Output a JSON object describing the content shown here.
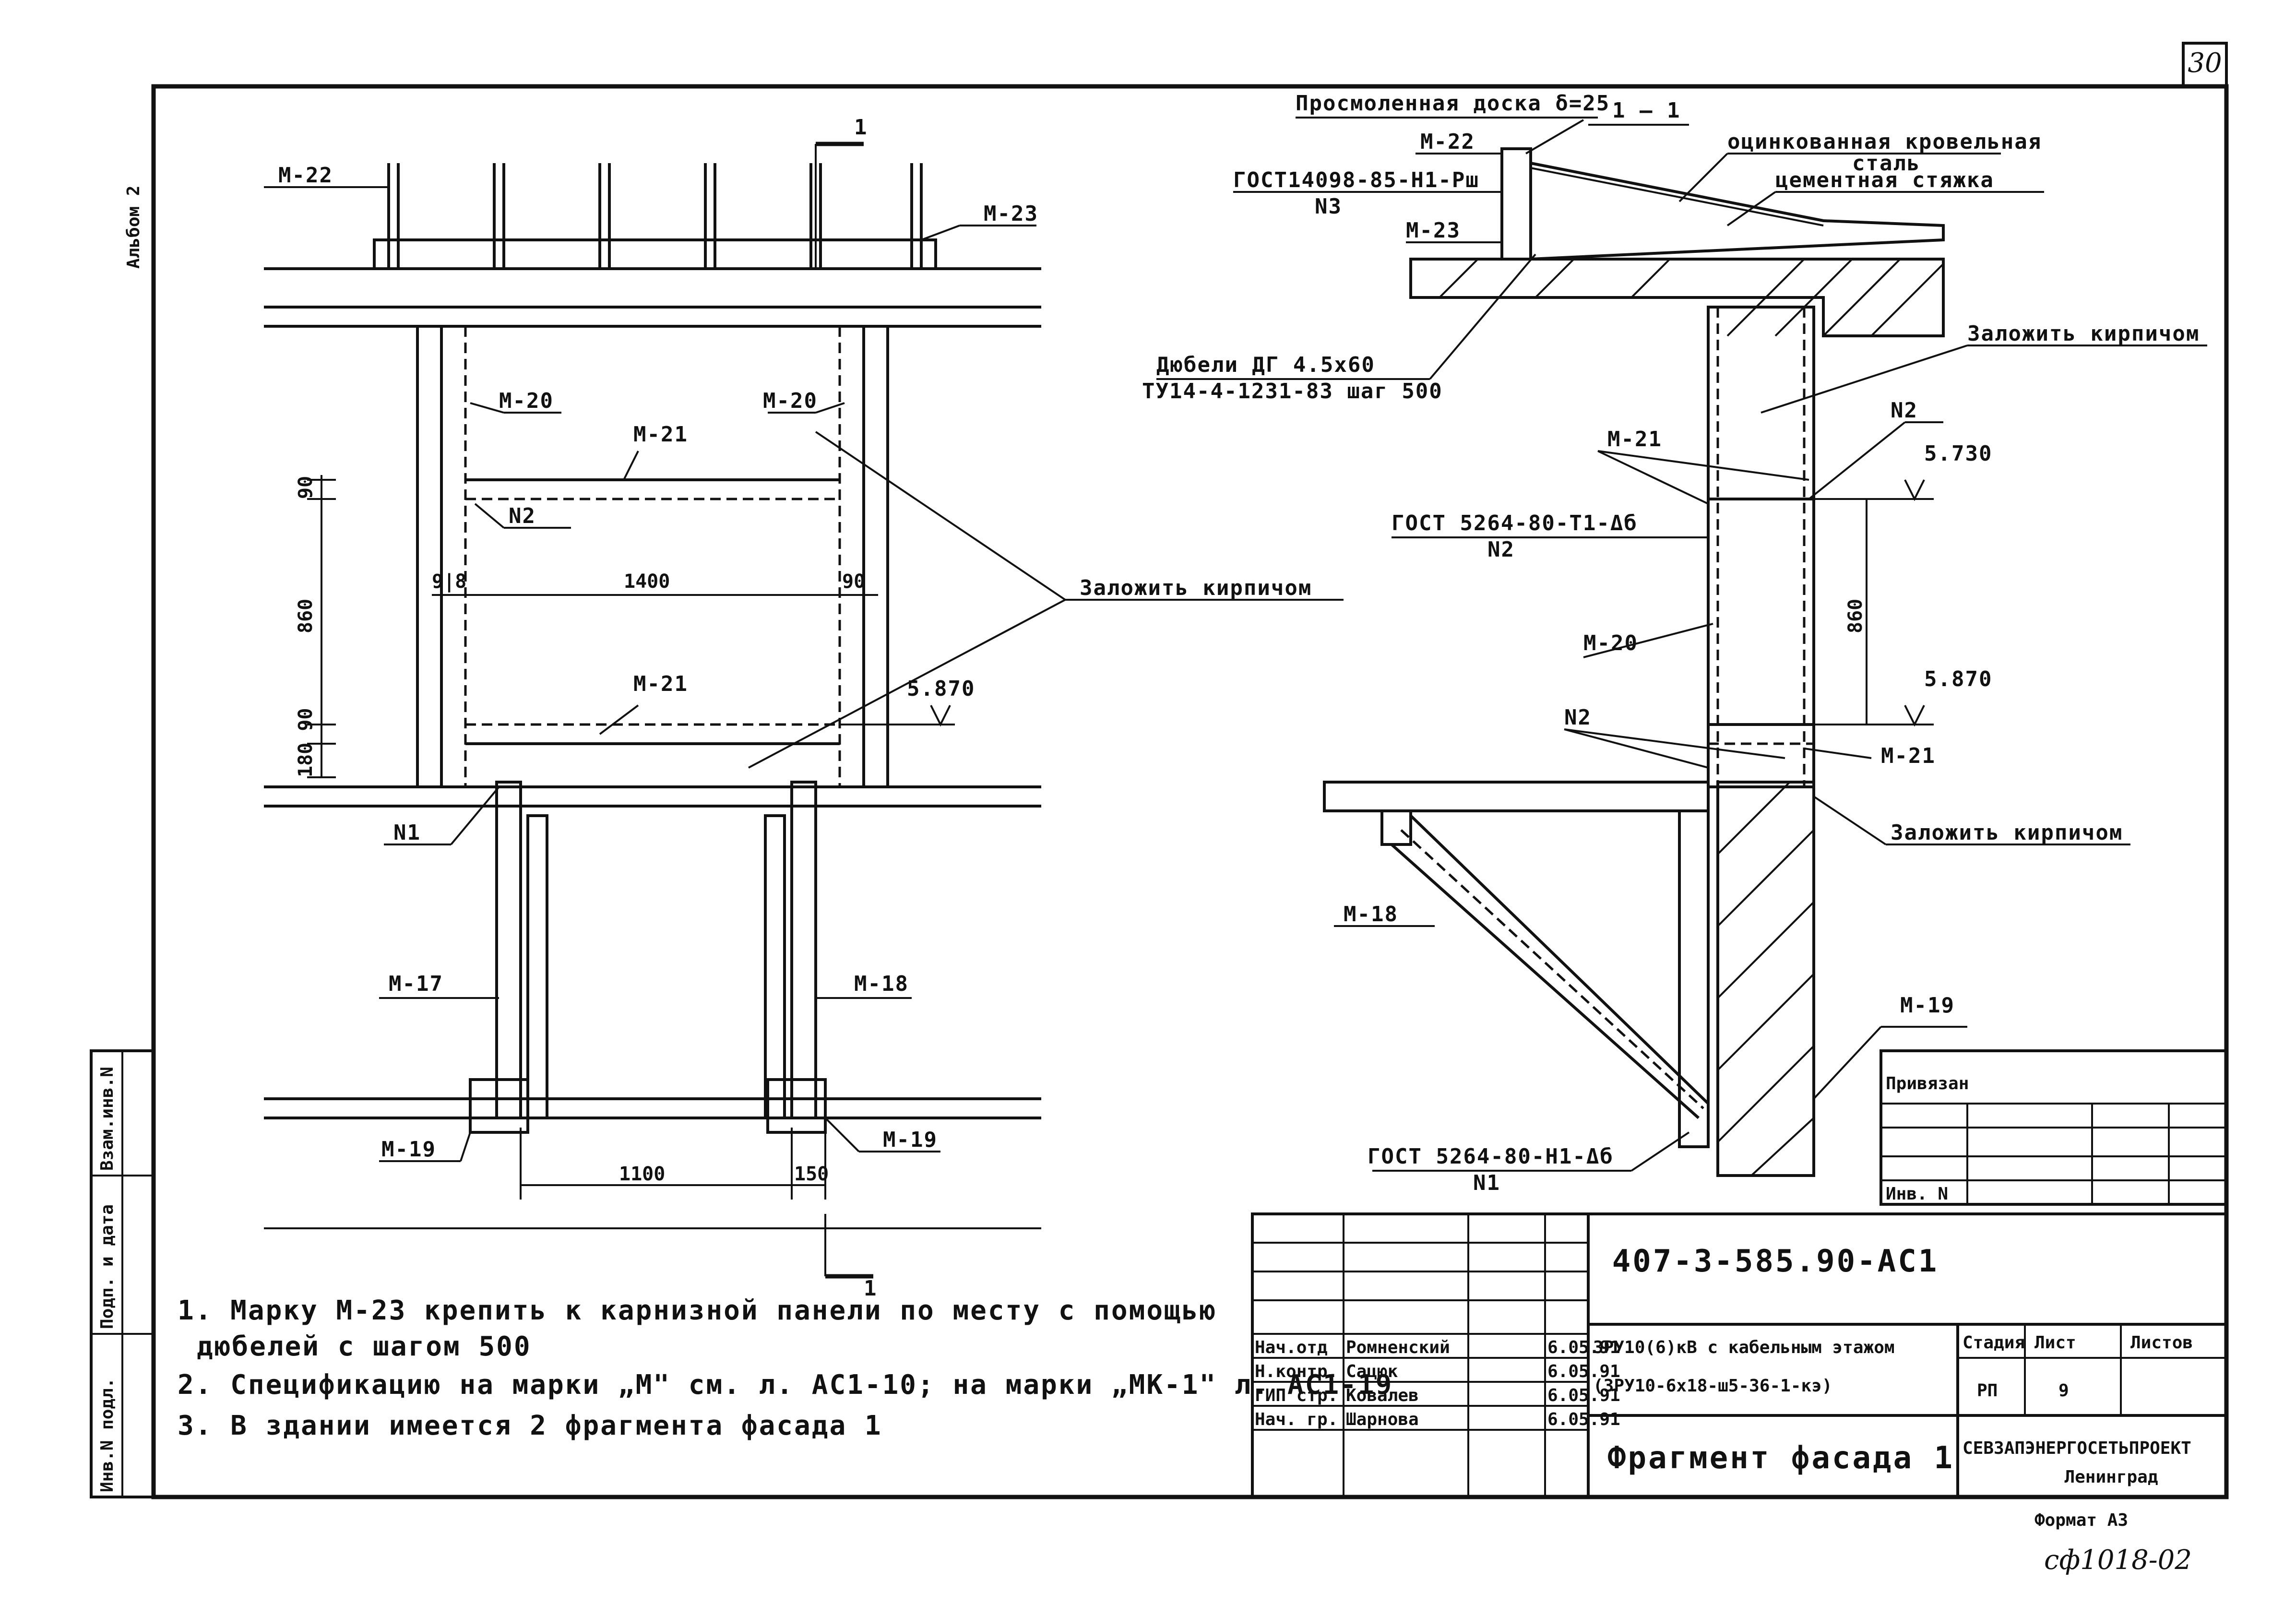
{
  "sheet": {
    "number": "30",
    "album_label": "Альбом 2",
    "bottom_note": "сф1018-02",
    "format": "Формат А3"
  },
  "facade": {
    "labels": {
      "m22": "М-22",
      "m23": "М-23",
      "m20_left": "М-20",
      "m20_right": "М-20",
      "m21_top": "М-21",
      "m21_bottom": "М-21",
      "n2": "N2",
      "n1": "N1",
      "m17": "М-17",
      "m18": "М-18",
      "m19_left": "М-19",
      "m19_right": "М-19",
      "fill_brick": "Заложить кирпичом"
    },
    "dims": {
      "d90_top": "90",
      "d860": "860",
      "d9080": "180 90",
      "d98": "9|8",
      "d1400": "1400",
      "d90_right": "90",
      "elev_5870": "5.870",
      "d1100": "1100",
      "d150": "150"
    },
    "section_mark": "1"
  },
  "section": {
    "title": "1 — 1",
    "labels": {
      "board": "Просмоленная доска δ=25",
      "m22": "М-22",
      "gost_n3": "ГОСТ14098-85-Н1-Рш",
      "n3": "N3",
      "m23": "М-23",
      "roof_steel": "оцинкованная кровельная",
      "roof_steel2": "сталь",
      "cement": "цементная стяжка",
      "dowels": "Дюбели ДГ 4.5х60",
      "dowels_tu": "ТУ14-4-1231-83 шаг 500",
      "fill_brick_top": "Заложить кирпичом",
      "m21": "М-21",
      "n2_top": "N2",
      "elev_5730": "5.730",
      "gost_n2": "ГОСТ 5264-80-Т1-Δб",
      "n2_gost": "N2",
      "m20": "М-20",
      "d860": "860",
      "elev_5870": "5.870",
      "n2_bottom": "N2",
      "m21_bottom": "М-21",
      "fill_brick_bottom": "Заложить кирпичом",
      "m18": "М-18",
      "m19": "М-19",
      "gost_n1": "ГОСТ 5264-80-Н1-Δб",
      "n1": "N1"
    }
  },
  "notes": [
    "1. Марку М-23 крепить к карнизной панели по месту с помощью",
    "дюбелей с шагом 500",
    "2. Спецификацию на марки „М\" см. л. АС1-10; на марки „МК-1\" л. АС1-19",
    "3. В здании имеется 2 фрагмента фасада 1"
  ],
  "side_stamp": {
    "inv_podl": "Инв.N подл.",
    "podp_data": "Подп. и дата",
    "vzam_inv": "Взам.инв.N"
  },
  "binding": {
    "title": "Привязан",
    "inv": "Инв. N"
  },
  "title_block": {
    "code": "407-3-585.90-АС1",
    "project": "ЗРУ10(6)кВ с кабельным этажом",
    "project2": "(ЗРУ10-6х18-ш5-36-1-кэ)",
    "sheet_title": "Фрагмент фасада 1",
    "org": "СЕВЗАПЭНЕРГОСЕТЬПРОЕКТ",
    "city": "Ленинград",
    "stage_h": "Стадия",
    "list_h": "Лист",
    "lists_h": "Листов",
    "stage": "РП",
    "list": "9",
    "roles": [
      {
        "role": "Нач.отд",
        "name": "Ромненский",
        "date": "6.05.91"
      },
      {
        "role": "Н.контр.",
        "name": "Сацюк",
        "date": "6.05.91"
      },
      {
        "role": "ГИП стр.",
        "name": "Ковалев",
        "date": "6.05.91"
      },
      {
        "role": "Нач. гр.",
        "name": "Шарнова",
        "date": "6.05.91"
      }
    ]
  }
}
